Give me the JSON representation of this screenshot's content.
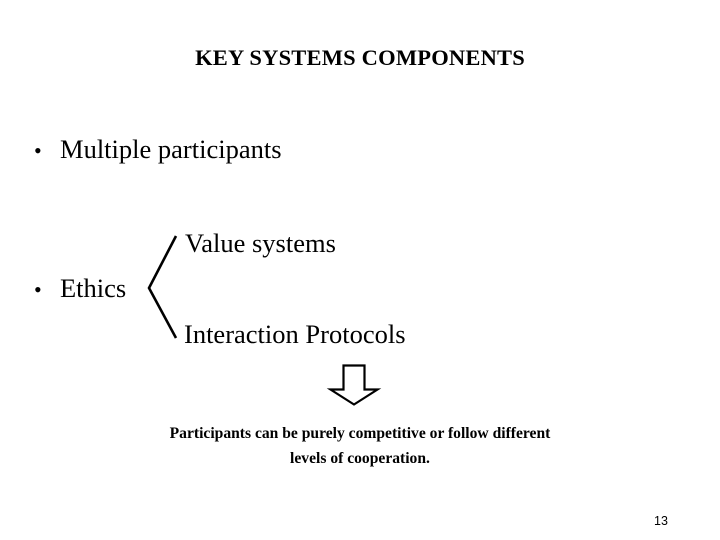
{
  "slide": {
    "title": "KEY SYSTEMS COMPONENTS",
    "page_number": "13",
    "background_color": "#ffffff",
    "text_color": "#000000"
  },
  "bullets": [
    {
      "mark": "•",
      "text": "Multiple participants"
    },
    {
      "mark": "•",
      "text": "Ethics"
    }
  ],
  "branches": {
    "upper_label": "Value systems",
    "lower_label": "Interaction Protocols",
    "connector": "angle-bracket"
  },
  "arrow": {
    "direction": "down",
    "style": "outline"
  },
  "caption": {
    "line1": "Participants can be purely competitive or follow different",
    "line2": "levels of cooperation."
  }
}
